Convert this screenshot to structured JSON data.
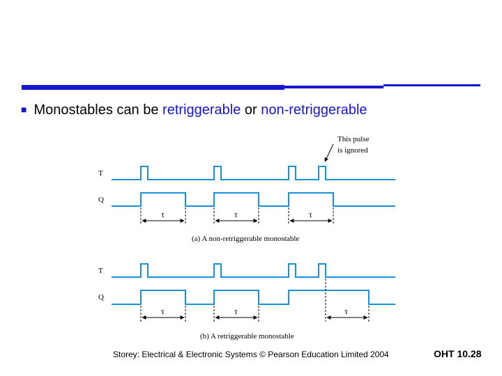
{
  "slide": {
    "bullet_prefix": "Monostables can be ",
    "term_1": "retriggerable",
    "connector": " or ",
    "term_2": "non-retriggerable"
  },
  "diagram": {
    "annotation_line1": "This pulse",
    "annotation_line2": "is ignored",
    "signal_t": "T",
    "signal_q": "Q",
    "tau": "τ",
    "caption_a": "(a) A non-retriggerable monostable",
    "caption_b": "(b) A retriggerable monostable",
    "signal_color": "#1a90d8"
  },
  "footer": {
    "source": "Storey: Electrical & Electronic Systems © Pearson Education Limited 2004",
    "slide_number": "OHT 10.28"
  },
  "colors": {
    "accent": "#1616d0"
  }
}
